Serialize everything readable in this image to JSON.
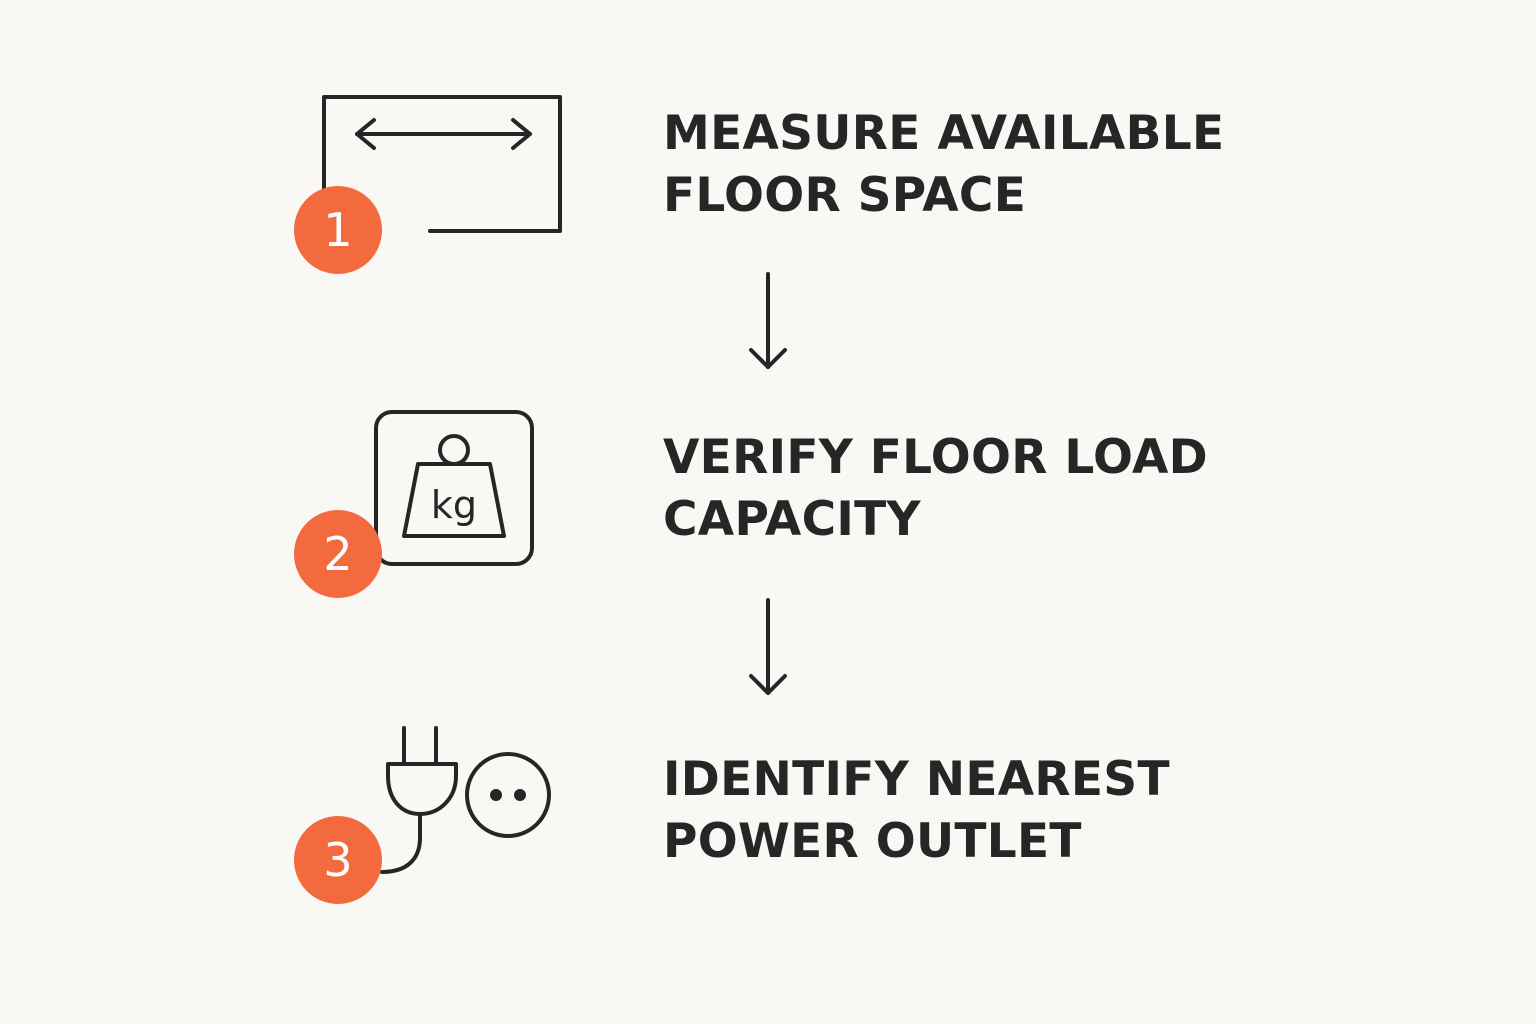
{
  "colors": {
    "background": "#f9f8f5",
    "badge": "#f26a3d",
    "text": "#262626",
    "stroke": "#262626"
  },
  "steps": [
    {
      "number": "1",
      "icon": "floor-space-measure-icon",
      "line1": "MEASURE AVAILABLE",
      "line2": "FLOOR SPACE"
    },
    {
      "number": "2",
      "icon": "kg-weight-icon",
      "icon_text": "kg",
      "line1": "VERIFY FLOOR LOAD",
      "line2": "CAPACITY"
    },
    {
      "number": "3",
      "icon": "power-plug-outlet-icon",
      "line1": "IDENTIFY NEAREST",
      "line2": "POWER OUTLET"
    }
  ],
  "connectors": [
    {
      "from": "1",
      "to": "2",
      "icon": "arrow-down-icon"
    },
    {
      "from": "2",
      "to": "3",
      "icon": "arrow-down-icon"
    }
  ]
}
